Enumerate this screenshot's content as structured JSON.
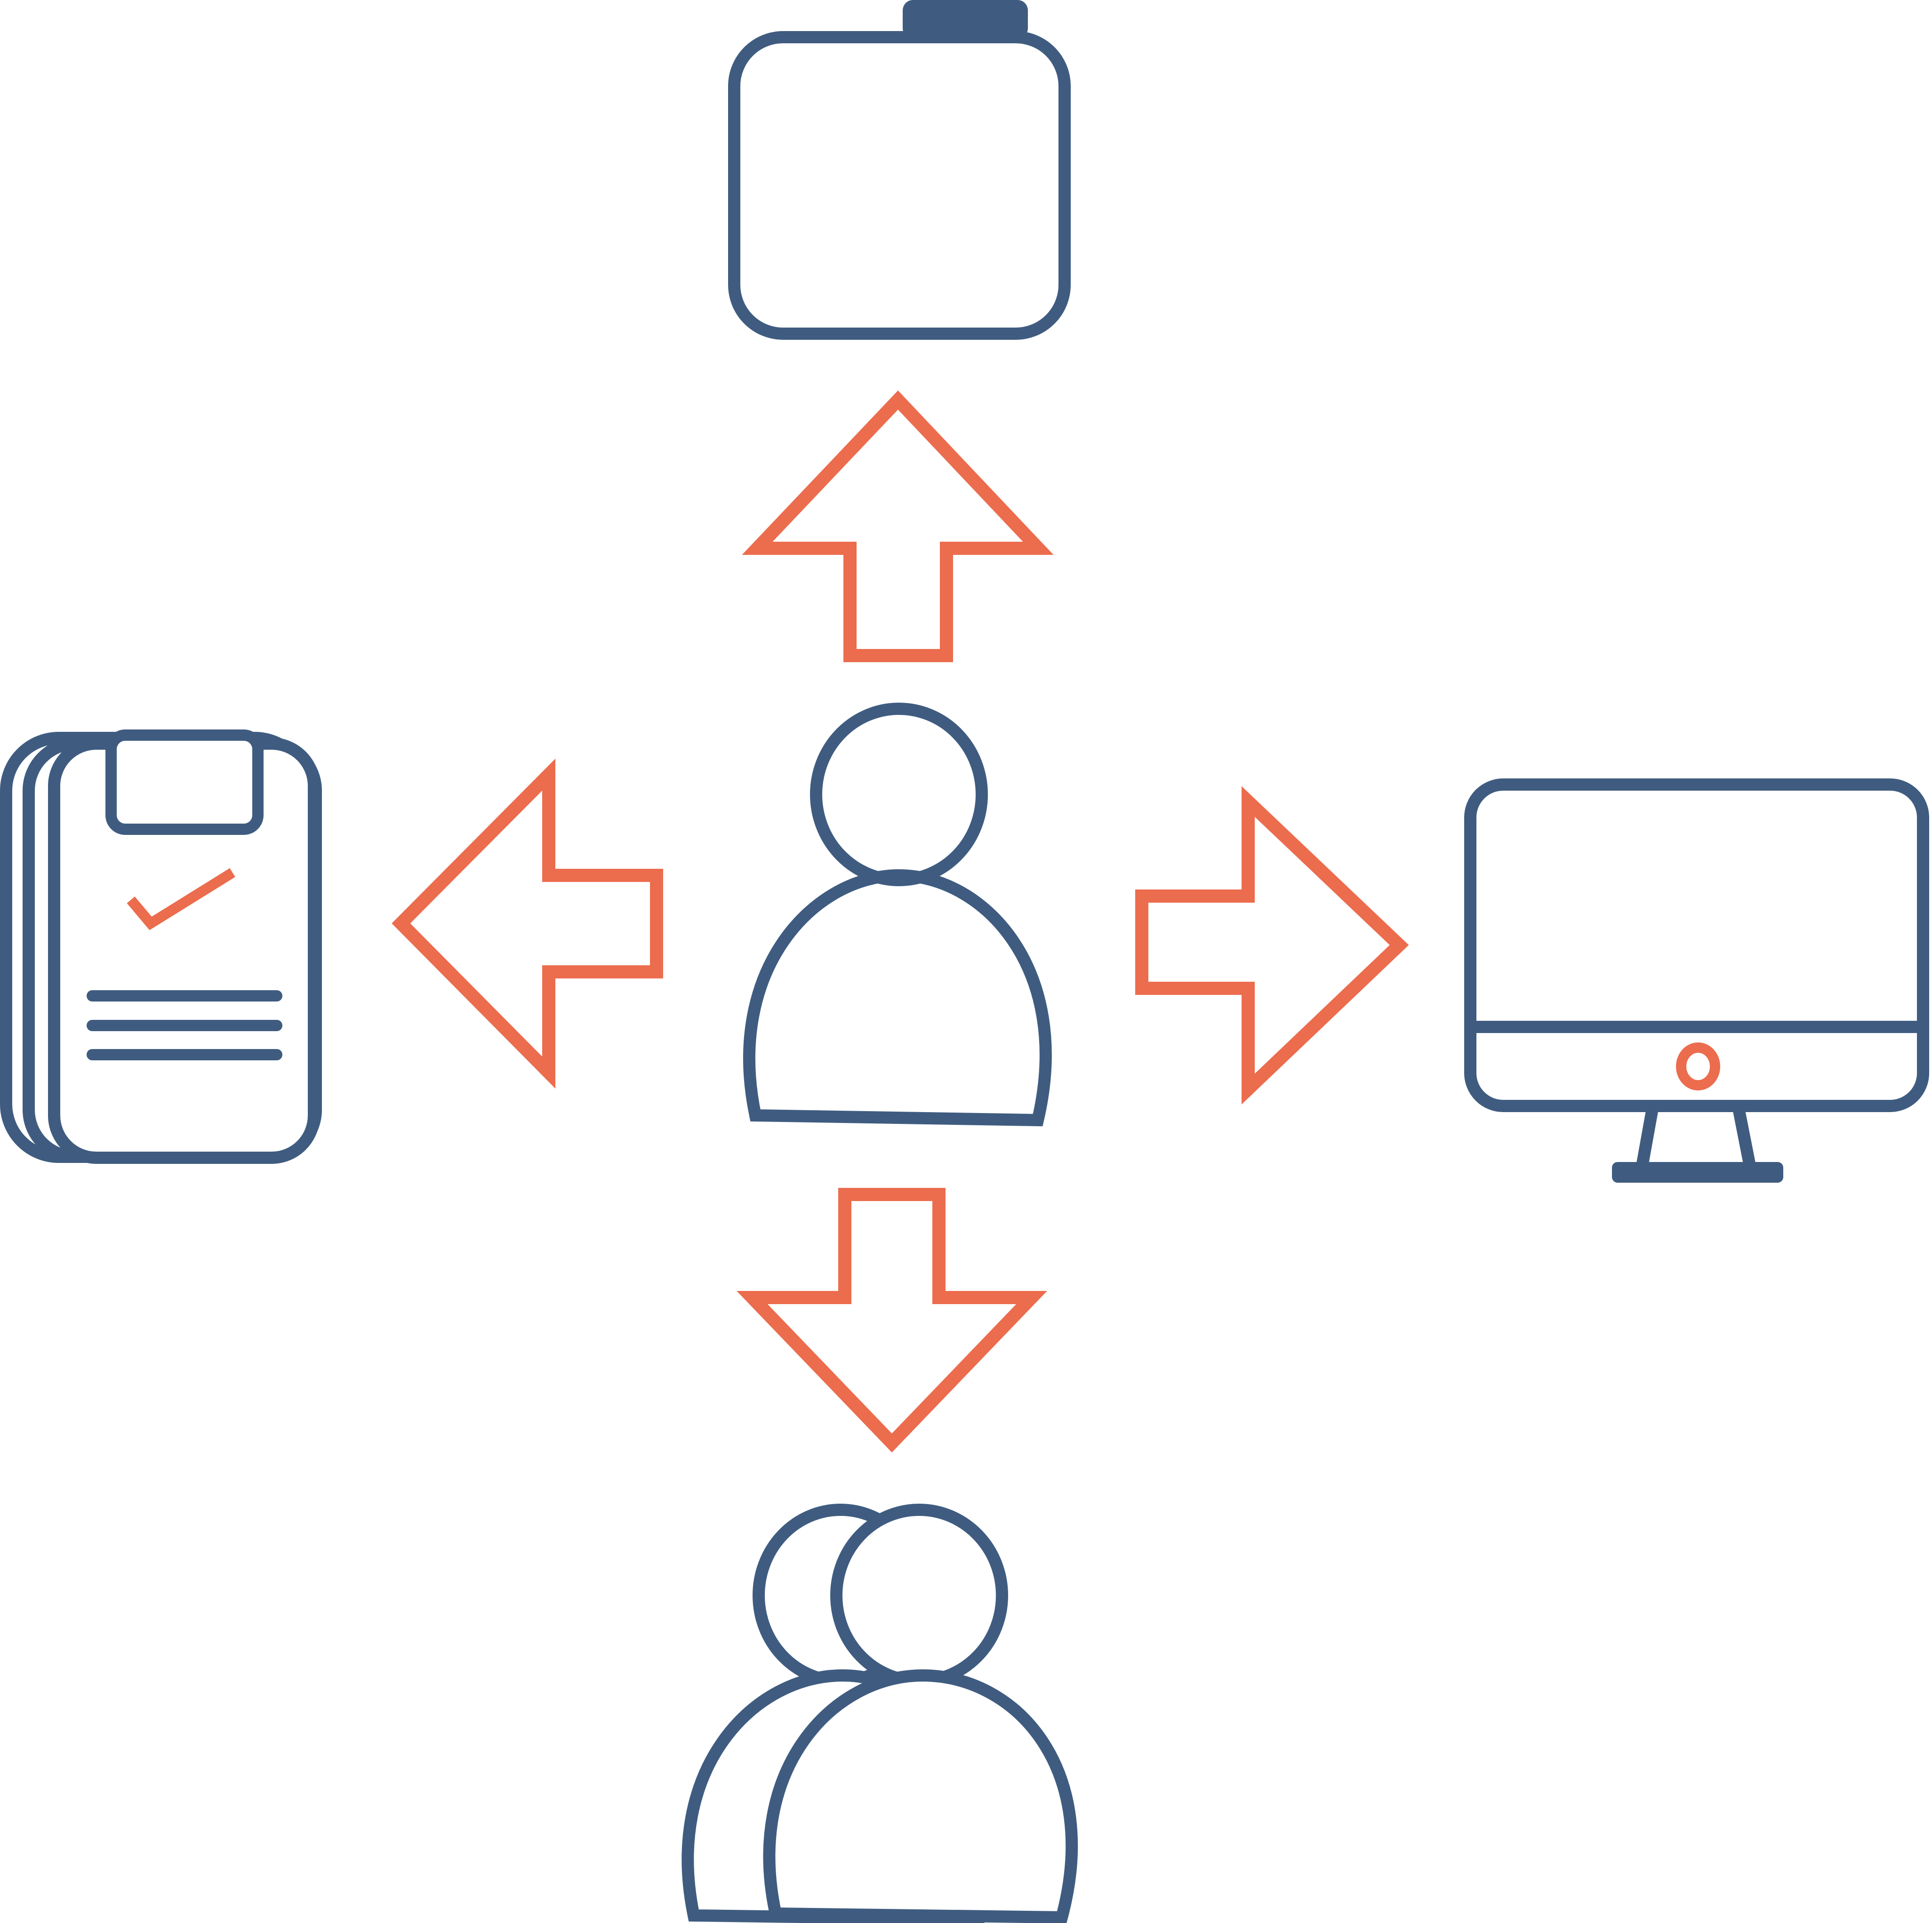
{
  "colors": {
    "primary": "#3F5C80",
    "accent": "#EC6C4E",
    "background": "#FFFFFF"
  },
  "nodes": {
    "center": {
      "icon": "person-icon"
    },
    "top": {
      "icon": "briefcase-icon"
    },
    "left": {
      "icon": "clipboard-checklist-icon"
    },
    "right": {
      "icon": "desktop-monitor-icon"
    },
    "bottom": {
      "icon": "group-icon"
    }
  },
  "arrows": [
    {
      "icon": "arrow-up-icon",
      "direction": "up",
      "target": "top"
    },
    {
      "icon": "arrow-left-icon",
      "direction": "left",
      "target": "left"
    },
    {
      "icon": "arrow-right-icon",
      "direction": "right",
      "target": "right"
    },
    {
      "icon": "arrow-down-icon",
      "direction": "down",
      "target": "bottom"
    }
  ]
}
